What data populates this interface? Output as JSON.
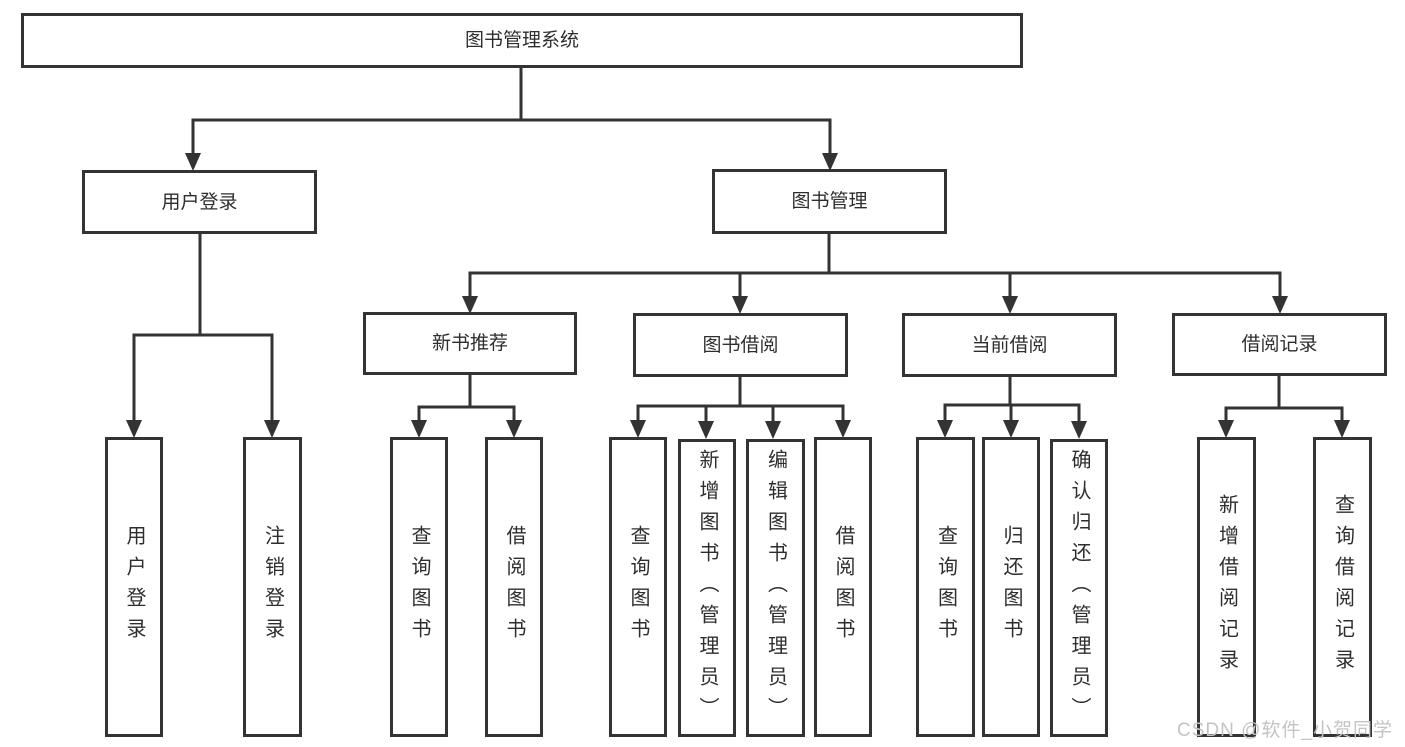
{
  "diagram": {
    "title_node": "图书管理系统",
    "tree": {
      "label": "图书管理系统",
      "children": [
        {
          "label": "用户登录",
          "children": [
            {
              "label": "用户登录"
            },
            {
              "label": "注销登录"
            }
          ]
        },
        {
          "label": "图书管理",
          "children": [
            {
              "label": "新书推荐",
              "children": [
                {
                  "label": "查询图书"
                },
                {
                  "label": "借阅图书"
                }
              ]
            },
            {
              "label": "图书借阅",
              "children": [
                {
                  "label": "查询图书"
                },
                {
                  "label": "新增图书（管理员）"
                },
                {
                  "label": "编辑图书（管理员）"
                },
                {
                  "label": "借阅图书"
                }
              ]
            },
            {
              "label": "当前借阅",
              "children": [
                {
                  "label": "查询图书"
                },
                {
                  "label": "归还图书"
                },
                {
                  "label": "确认归还（管理员）"
                }
              ]
            },
            {
              "label": "借阅记录",
              "children": [
                {
                  "label": "新增借阅记录"
                },
                {
                  "label": "查询借阅记录"
                }
              ]
            }
          ]
        }
      ]
    }
  },
  "watermark": {
    "text": "CSDN @软件_小贺同学"
  },
  "colors": {
    "background": "#ffffff",
    "box_background": "#ffffff",
    "box_border": "#333333",
    "line": "#333333",
    "text": "#2e2e2e",
    "watermark": "#c4c4c4"
  }
}
